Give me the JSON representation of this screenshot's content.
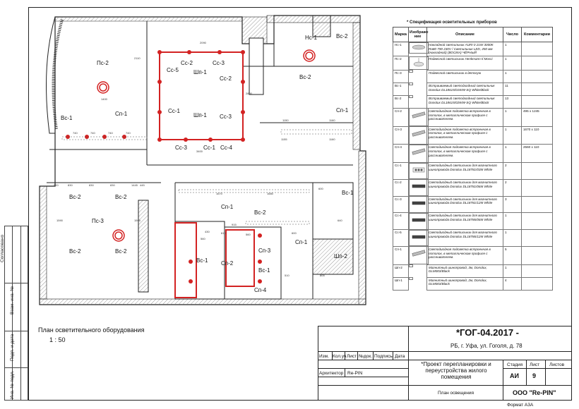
{
  "plan": {
    "title": "План осветительного оборудования",
    "scale": "1 : 50",
    "room_labels": [
      {
        "text": "Пс-2"
      },
      {
        "text": "Вс-1"
      },
      {
        "text": "Сп-1"
      },
      {
        "text": "Сс-2"
      },
      {
        "text": "Сс-5"
      },
      {
        "text": "Шп-1"
      },
      {
        "text": "Сс-3"
      },
      {
        "text": "Сс-2"
      },
      {
        "text": "Сс-1"
      },
      {
        "text": "Шп-1"
      },
      {
        "text": "Сс-3"
      },
      {
        "text": "Сс-3"
      },
      {
        "text": "Сс-1"
      },
      {
        "text": "Сс-4"
      },
      {
        "text": "Нс-1"
      },
      {
        "text": "Вс-2"
      },
      {
        "text": "Вс-2"
      },
      {
        "text": "Сп-1"
      },
      {
        "text": "Вс-2"
      },
      {
        "text": "Вс-2"
      },
      {
        "text": "Пс-3"
      },
      {
        "text": "Вс-2"
      },
      {
        "text": "Вс-2"
      },
      {
        "text": "Вс-1"
      },
      {
        "text": "Сп-1"
      },
      {
        "text": "Вс-2"
      },
      {
        "text": "Сп-1"
      },
      {
        "text": "Вс-1"
      },
      {
        "text": "Сп-2"
      },
      {
        "text": "Сп-3"
      },
      {
        "text": "Вс-1"
      },
      {
        "text": "Сп-4"
      },
      {
        "text": "Шп-2"
      }
    ],
    "dimensions": [
      "2090",
      "2110",
      "1400",
      "740",
      "740",
      "740",
      "740",
      "3400",
      "2800",
      "1150",
      "1160",
      "1155",
      "1160",
      "1670",
      "1680",
      "920",
      "445",
      "830",
      "830",
      "830",
      "1445",
      "640",
      "600",
      "1590",
      "1595",
      "430",
      "915",
      "560",
      "560",
      "510",
      "805",
      "600",
      "610"
    ]
  },
  "spec": {
    "title": "* Спецификация осветительных приборов",
    "headers": [
      "Марка",
      "Изображе ние",
      "Описание",
      "Число",
      "Комментарии"
    ],
    "rows": [
      {
        "mark": "Нс-1",
        "desc": "Накладной светильник AURI 0 21W 3000K Ra80 790 230V / Светильник LED, 450 мм (накладной) (ВОСМА) ЧЁРНЫЙ",
        "qty": "1",
        "comment": "",
        "icon": "round"
      },
      {
        "mark": "Пс-2",
        "desc": "Подвесной светильник Henkmann Il Mosci",
        "qty": "1",
        "comment": "",
        "icon": "pendant"
      },
      {
        "mark": "Пс-3",
        "desc": "Подвесной светильник в детскую",
        "qty": "1",
        "comment": "",
        "icon": "none"
      },
      {
        "mark": "Вс-1",
        "desc": "Встраиваемый светодиодный светильник Donolux DL18615/01WW-SQ White/Black",
        "qty": "11",
        "comment": "",
        "icon": "none"
      },
      {
        "mark": "Вс-2",
        "desc": "Встраиваемый светодиодный светильник Donolux DL18615/02WW-SQ White/Black",
        "qty": "13",
        "comment": "",
        "icon": "none"
      },
      {
        "mark": "Сп-2",
        "desc": "Светодиодная подсветка встроенная в потолок, в металлическом профиле с рассеивателем.",
        "qty": "1",
        "comment": "495 x 1245",
        "icon": "strip"
      },
      {
        "mark": "Сп-3",
        "desc": "Светодиодная подсветка встроенная в потолок, в металлическом профиле с рассеивателем.",
        "qty": "1",
        "comment": "1670 x 110",
        "icon": "strip"
      },
      {
        "mark": "Сп-4",
        "desc": "Светодиодная подсветка встроенная в потолок, в металлическом профиле с рассеивателем.",
        "qty": "1",
        "comment": "2560 x 110",
        "icon": "strip"
      },
      {
        "mark": "Сс-1",
        "desc": "Светодиодный светильник для магнитного шинопровода Donolux DL18781/03M White",
        "qty": "2",
        "comment": "",
        "icon": "spot"
      },
      {
        "mark": "Сс-2",
        "desc": "Светодиодный светильник для магнитного шинопровода Donolux DL18781/06M White",
        "qty": "2",
        "comment": "",
        "icon": "bar"
      },
      {
        "mark": "Сс-3",
        "desc": "Светодиодный светильник для магнитного шинопровода Donolux DL18781/12M White",
        "qty": "3",
        "comment": "",
        "icon": "bar"
      },
      {
        "mark": "Сс-4",
        "desc": "Светодиодный светильник для магнитного шинопровода Donolux DL18786/06M White",
        "qty": "1",
        "comment": "",
        "icon": "bar"
      },
      {
        "mark": "Сс-5",
        "desc": "Светодиодный светильник для магнитного шинопровода Donolux DL18786/12M White",
        "qty": "1",
        "comment": "",
        "icon": "bar"
      },
      {
        "mark": "Сп-1",
        "desc": "Светодиодная подсветка встроенная в потолок, в металлическом профиле с рассеивателем.",
        "qty": "5",
        "comment": "",
        "icon": "strip"
      },
      {
        "mark": "Шп-2",
        "desc": "Магнитный шинопровод, 3м, Donolux, DLM003/Black",
        "qty": "1",
        "comment": "",
        "icon": "none"
      },
      {
        "mark": "Шп-1",
        "desc": "Магнитный шинопровод, 2м, Donolux, DLM003/Black",
        "qty": "4",
        "comment": "",
        "icon": "none"
      }
    ]
  },
  "side_stamp": {
    "agreed": "Согласовано",
    "inv_no": "Взам. инв. №",
    "sign_date": "Подп. и дата",
    "orig_no": "Инв. № подл."
  },
  "title_block": {
    "code": "*ГОГ-04.2017 -",
    "address": "РБ, г. Уфа, ул. Гоголя, д. 78",
    "headers": [
      "Изм.",
      "Кол.уч",
      "Лист",
      "№док.",
      "Подпись",
      "Дата"
    ],
    "role": "Архитектор",
    "author": "Re-PIN",
    "project": "*Проект перепланировки и переустройства жилого помещения",
    "stage_label": "Стадия",
    "sheet_label": "Лист",
    "sheets_label": "Листов",
    "stage": "АИ",
    "sheet": "9",
    "sheets": "",
    "drawing_name": "План освещения",
    "org": "ООО \"Re-PIN\"",
    "format": "Формат А3А"
  },
  "colors": {
    "accent": "#d32222",
    "line": "#1a1a1a",
    "hatch": "#9a9a9a"
  }
}
